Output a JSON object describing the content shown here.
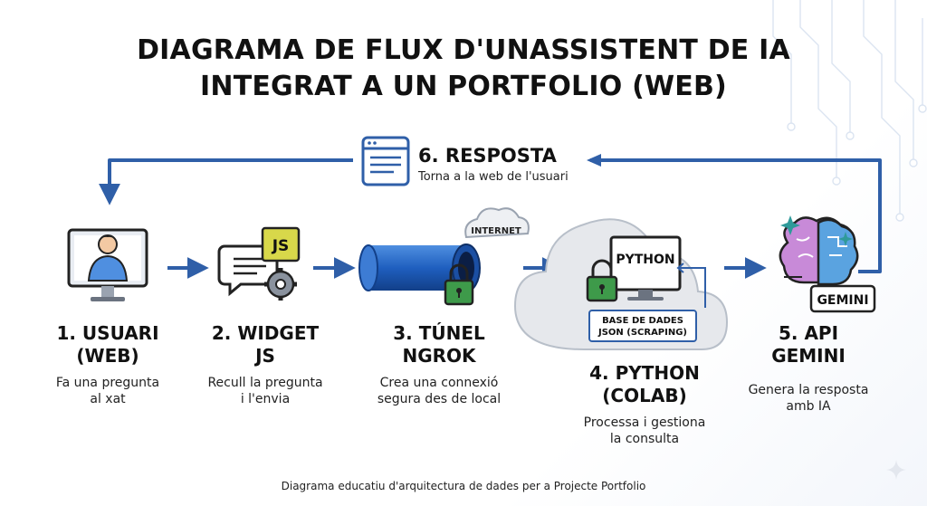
{
  "title": {
    "line1": "DIAGRAMA DE FLUX D'UNASSISTENT DE IA",
    "line2": "INTEGRAT A UN PORTFOLIO (WEB)"
  },
  "steps": [
    {
      "title_line1": "1. USUARI",
      "title_line2": "(WEB)",
      "desc_line1": "Fa una pregunta",
      "desc_line2": "al xat",
      "icon": "user-monitor-icon"
    },
    {
      "title_line1": "2. WIDGET",
      "title_line2": "JS",
      "desc_line1": "Recull la pregunta",
      "desc_line2": "i l'envia",
      "icon": "chat-widget-js-icon"
    },
    {
      "title_line1": "3. TÚNEL",
      "title_line2": "NGROK",
      "desc_line1": "Crea una connexió",
      "desc_line2": "segura des de local",
      "icon": "tunnel-lock-icon"
    },
    {
      "title_line1": "4. PYTHON",
      "title_line2": "(COLAB)",
      "desc_line1": "Processa i gestiona",
      "desc_line2": "la consulta",
      "icon": "python-cloud-icon"
    },
    {
      "title_line1": "5. API",
      "title_line2": "GEMINI",
      "desc_line1": "Genera la resposta",
      "desc_line2": "amb IA",
      "icon": "gemini-brain-icon"
    }
  ],
  "response": {
    "title": "6. RESPOSTA",
    "desc": "Torna a la web de l'usuari",
    "icon": "browser-window-icon"
  },
  "icon_text": {
    "js": "JS",
    "internet": "INTERNET",
    "python": "PYTHON",
    "db_line1": "BASE DE DADES",
    "db_line2": "JSON (SCRAPING)",
    "gemini": "GEMINI"
  },
  "footer": "Diagrama educatiu d'arquitectura de dades per a Projecte Portfolio",
  "colors": {
    "arrow": "#2f5fa8",
    "arrow_light": "#6f95cf",
    "tunnel": "#1f5fbf",
    "lock": "#3e9a4a",
    "cloud": "#e6e8ec",
    "brain_pink": "#c88ad8",
    "brain_blue": "#5aa3e0",
    "js_yellow": "#d8d84a"
  }
}
